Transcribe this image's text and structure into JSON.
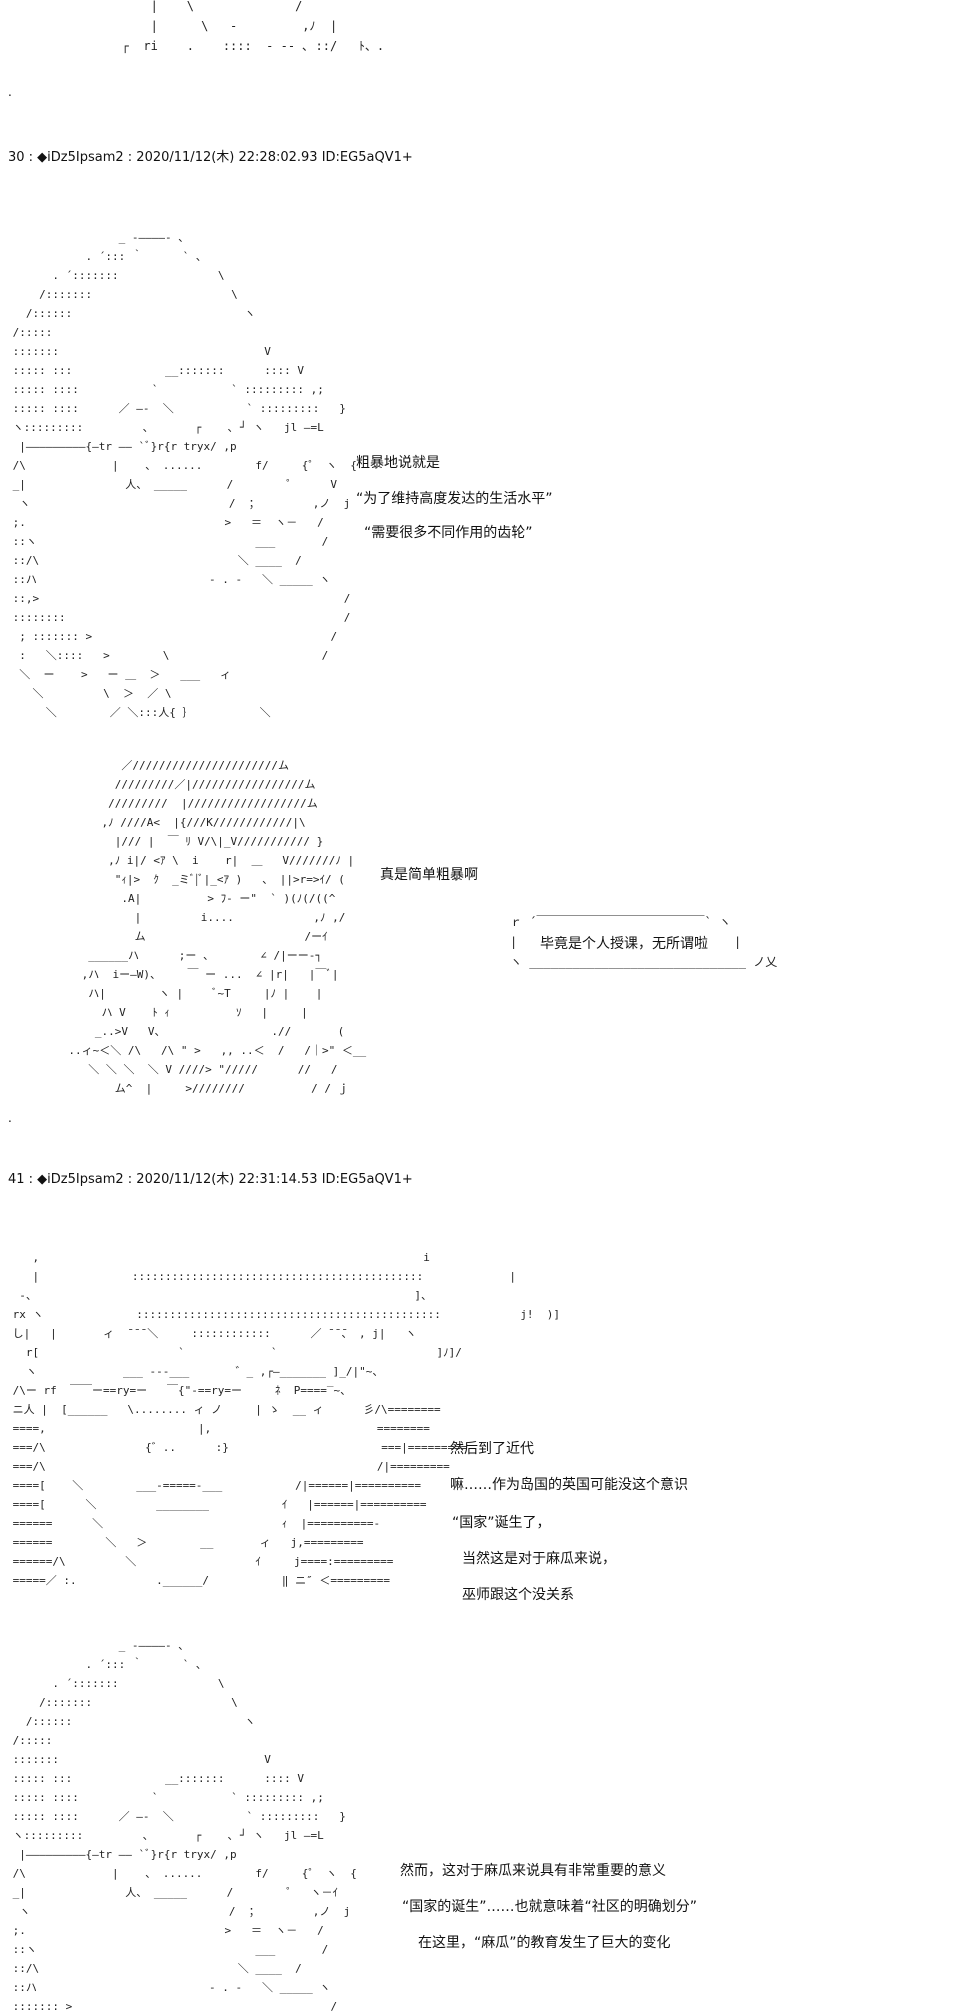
{
  "posts": [
    {
      "header": "30 : ◆iDz5Ipsam2 : 2020/11/12(木) 22:28:02.93 ID:EG5aQV1+",
      "captions": [
        "粗暴地说就是",
        "“为了维持高度发达的生活水平”",
        "“需要很多不同作用的齿轮”",
        "真是简单粗暴啊"
      ],
      "bubble": "毕竟是个人授课，无所谓啦"
    },
    {
      "header": "41 : ◆iDz5Ipsam2 : 2020/11/12(木) 22:31:14.53 ID:EG5aQV1+",
      "captions": [
        "然后到了近代",
        "嘛……作为岛国的英国可能没这个意识",
        "“国家”诞生了，",
        "当然这是对于麻瓜来说，",
        "巫师跟这个没关系",
        "然而，这对于麻瓜来说具有非常重要的意义",
        "“国家的诞生”……也就意味着“社区的明确划分”",
        "在这里，“麻瓜”的教育发生了巨大的变化"
      ]
    }
  ],
  "markers": {
    "dot": "."
  }
}
